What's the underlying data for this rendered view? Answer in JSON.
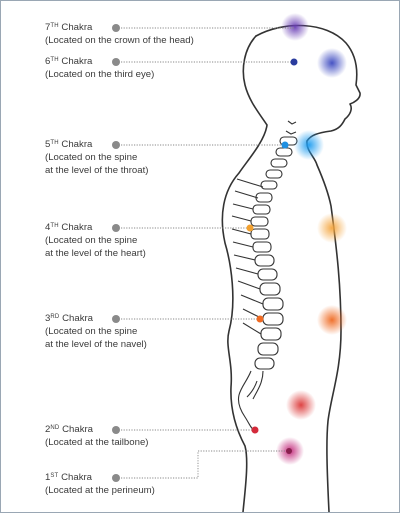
{
  "chakras": [
    {
      "number": "7",
      "suffix": "TH",
      "word": "Chakra",
      "lines": [
        "(Located on the crown of the head)"
      ],
      "color": "#6a3fb5"
    },
    {
      "number": "6",
      "suffix": "TH",
      "word": "Chakra",
      "lines": [
        "(Located on the third eye)"
      ],
      "color": "#2a3c9e"
    },
    {
      "number": "5",
      "suffix": "TH",
      "word": "Chakra",
      "lines": [
        "(Located on the spine",
        "at the level of the throat)"
      ],
      "color": "#1f8fe0"
    },
    {
      "number": "4",
      "suffix": "TH",
      "word": "Chakra",
      "lines": [
        "(Located on the spine",
        "at the level of the heart)"
      ],
      "color": "#f2a02e"
    },
    {
      "number": "3",
      "suffix": "RD",
      "word": "Chakra",
      "lines": [
        "(Located on the spine",
        "at the level of the navel)"
      ],
      "color": "#ef6a22"
    },
    {
      "number": "2",
      "suffix": "ND",
      "word": "Chakra",
      "lines": [
        "(Located at the tailbone)"
      ],
      "color": "#d42a3a"
    },
    {
      "number": "1",
      "suffix": "ST",
      "word": "Chakra",
      "lines": [
        "(Located at the perineum)"
      ],
      "color": "#b5236a"
    }
  ],
  "colors": {
    "outline": "#333333",
    "leader": "#888888",
    "border": "#9aa7b4",
    "text": "#3b3b3b"
  }
}
